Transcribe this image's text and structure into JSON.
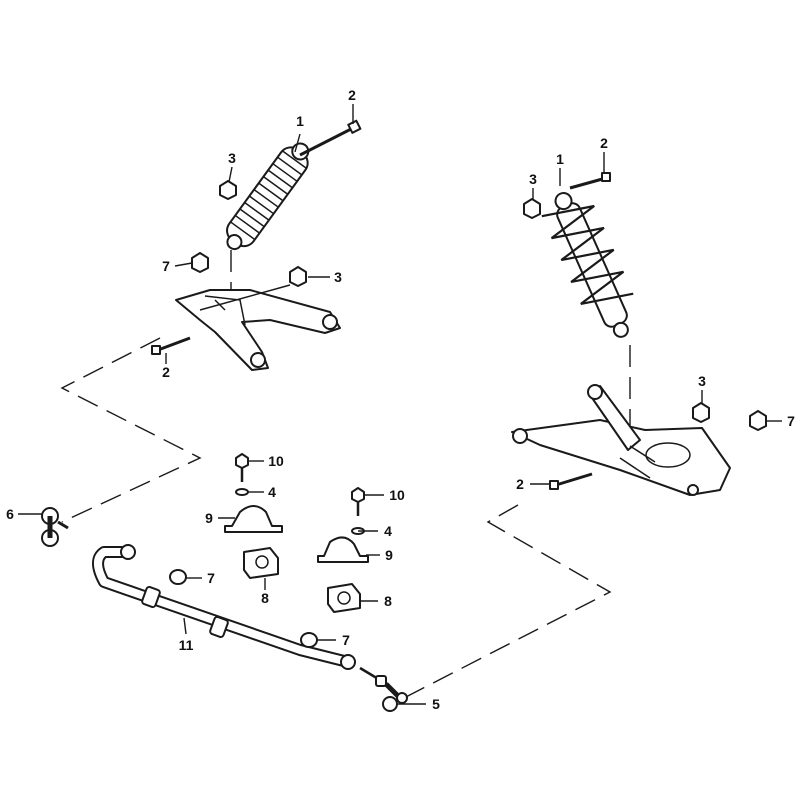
{
  "callouts": {
    "left_shock": "1",
    "left_shock_bolt": "2",
    "left_shock_nut": "3",
    "left_arm_nut_top": "7",
    "left_arm_nut_right": "3",
    "left_arm_bolt": "2",
    "right_shock": "1",
    "right_shock_bolt": "2",
    "right_shock_nut": "3",
    "right_arm_nut": "3",
    "right_arm_nut_far": "7",
    "right_arm_bolt": "2",
    "bolt_a": "10",
    "washer_a": "4",
    "bracket_a": "9",
    "bushing_a": "8",
    "bolt_b": "10",
    "washer_b": "4",
    "bracket_b": "9",
    "bushing_b": "8",
    "end_link_left": "6",
    "bar_nut_left": "7",
    "stabilizer_bar": "11",
    "bar_nut_right": "7",
    "end_link_right": "5"
  }
}
